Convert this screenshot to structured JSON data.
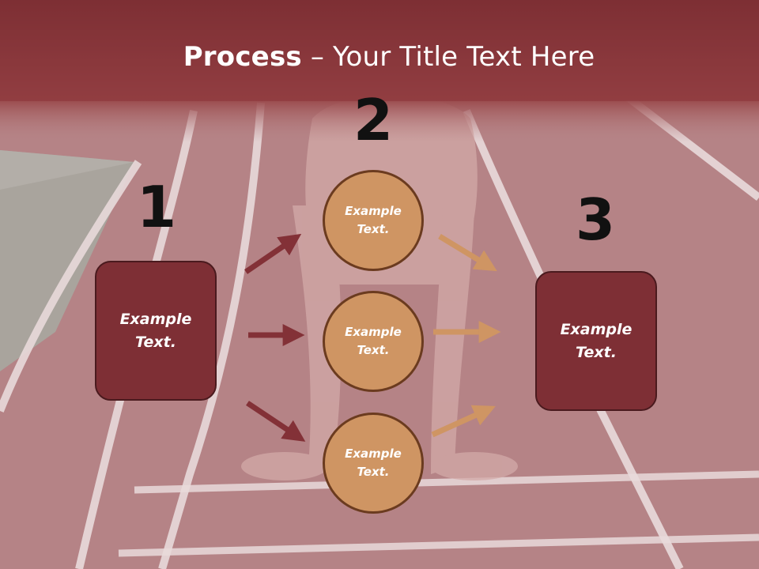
{
  "slide": {
    "title_bold": "Process",
    "title_rest": " – Your Title Text Here",
    "colors": {
      "box_fill": "#7e2f35",
      "circle_fill": "#cf9563",
      "arrow_left": "#833137",
      "arrow_right": "#cf9563",
      "header_band": "#8a3338"
    }
  },
  "steps": {
    "numbers": [
      "1",
      "2",
      "3"
    ],
    "left_box": "Example Text.",
    "circles": [
      "Example Text.",
      "Example Text.",
      "Example Text."
    ],
    "right_box": "Example Text."
  }
}
